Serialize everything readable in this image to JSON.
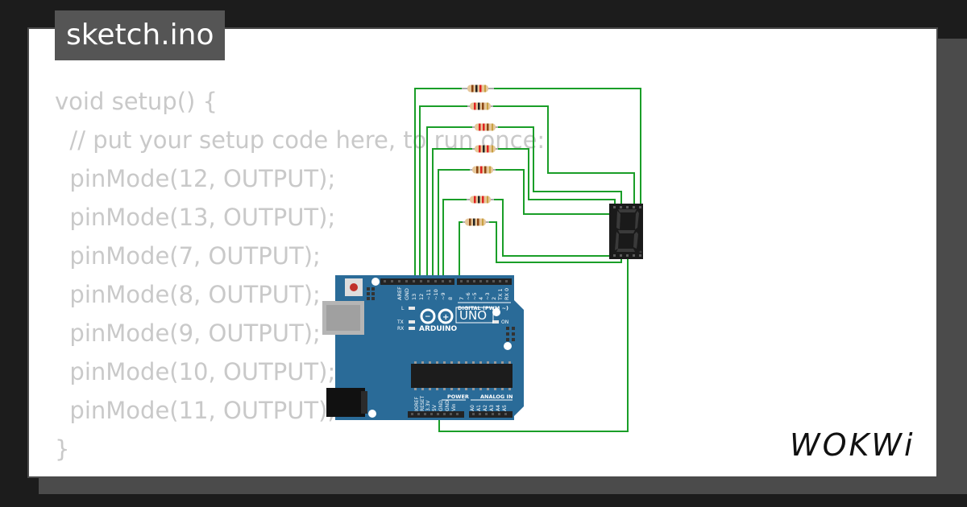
{
  "sketch": {
    "filename": "sketch.ino"
  },
  "code_lines": [
    "void setup() {",
    "  // put your setup code here, to run once:",
    "  pinMode(12, OUTPUT);",
    "  pinMode(13, OUTPUT);",
    "  pinMode(7, OUTPUT);",
    "  pinMode(8, OUTPUT);",
    "  pinMode(9, OUTPUT);",
    "  pinMode(10, OUTPUT);",
    "  pinMode(11, OUTPUT);",
    "}"
  ],
  "board": {
    "logo_text": "UNO",
    "brand": "ARDUINO",
    "digital_label": "DIGITAL (PWM ~)",
    "power_label": "POWER",
    "analog_label": "ANALOG IN",
    "on_label": "ON",
    "l_label": "L",
    "tx_label": "TX",
    "rx_label": "RX",
    "top_pins": [
      "AREF",
      "GND",
      "13",
      "12",
      "~11",
      "~10",
      "~9",
      "8",
      "7",
      "~6",
      "~5",
      "4",
      "~3",
      "2",
      "TX 1",
      "RX 0"
    ],
    "power_pins": [
      "IOREF",
      "RESET",
      "3.3V",
      "5V",
      "GND",
      "GND",
      "Vin"
    ],
    "analog_pins": [
      "A0",
      "A1",
      "A2",
      "A3",
      "A4",
      "A5"
    ]
  },
  "brand": {
    "logo": "WOKWi"
  },
  "colors": {
    "wire": "#1a9e28",
    "board": "#2a6b98",
    "display": "#1a1a1a",
    "code_text": "#c9c9c9"
  }
}
